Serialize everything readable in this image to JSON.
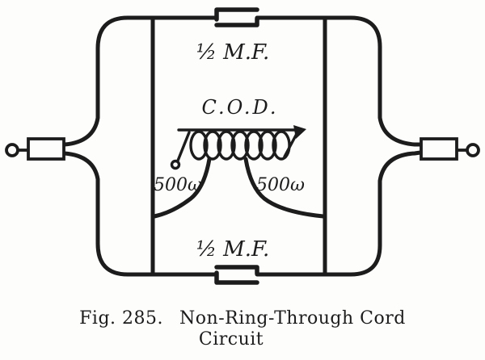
{
  "colors": {
    "ink": "#1c1c1c",
    "paper": "#fdfdfb"
  },
  "diagram": {
    "capacitor_top_label": "½ M.F.",
    "capacitor_bottom_label": "½ M.F.",
    "coil_label": "C.O.D.",
    "winding_left_label": "500ω",
    "winding_right_label": "500ω"
  },
  "caption": {
    "figure_number": "Fig. 285.",
    "title": "Non-Ring-Through Cord",
    "title_line2": "Circuit"
  }
}
